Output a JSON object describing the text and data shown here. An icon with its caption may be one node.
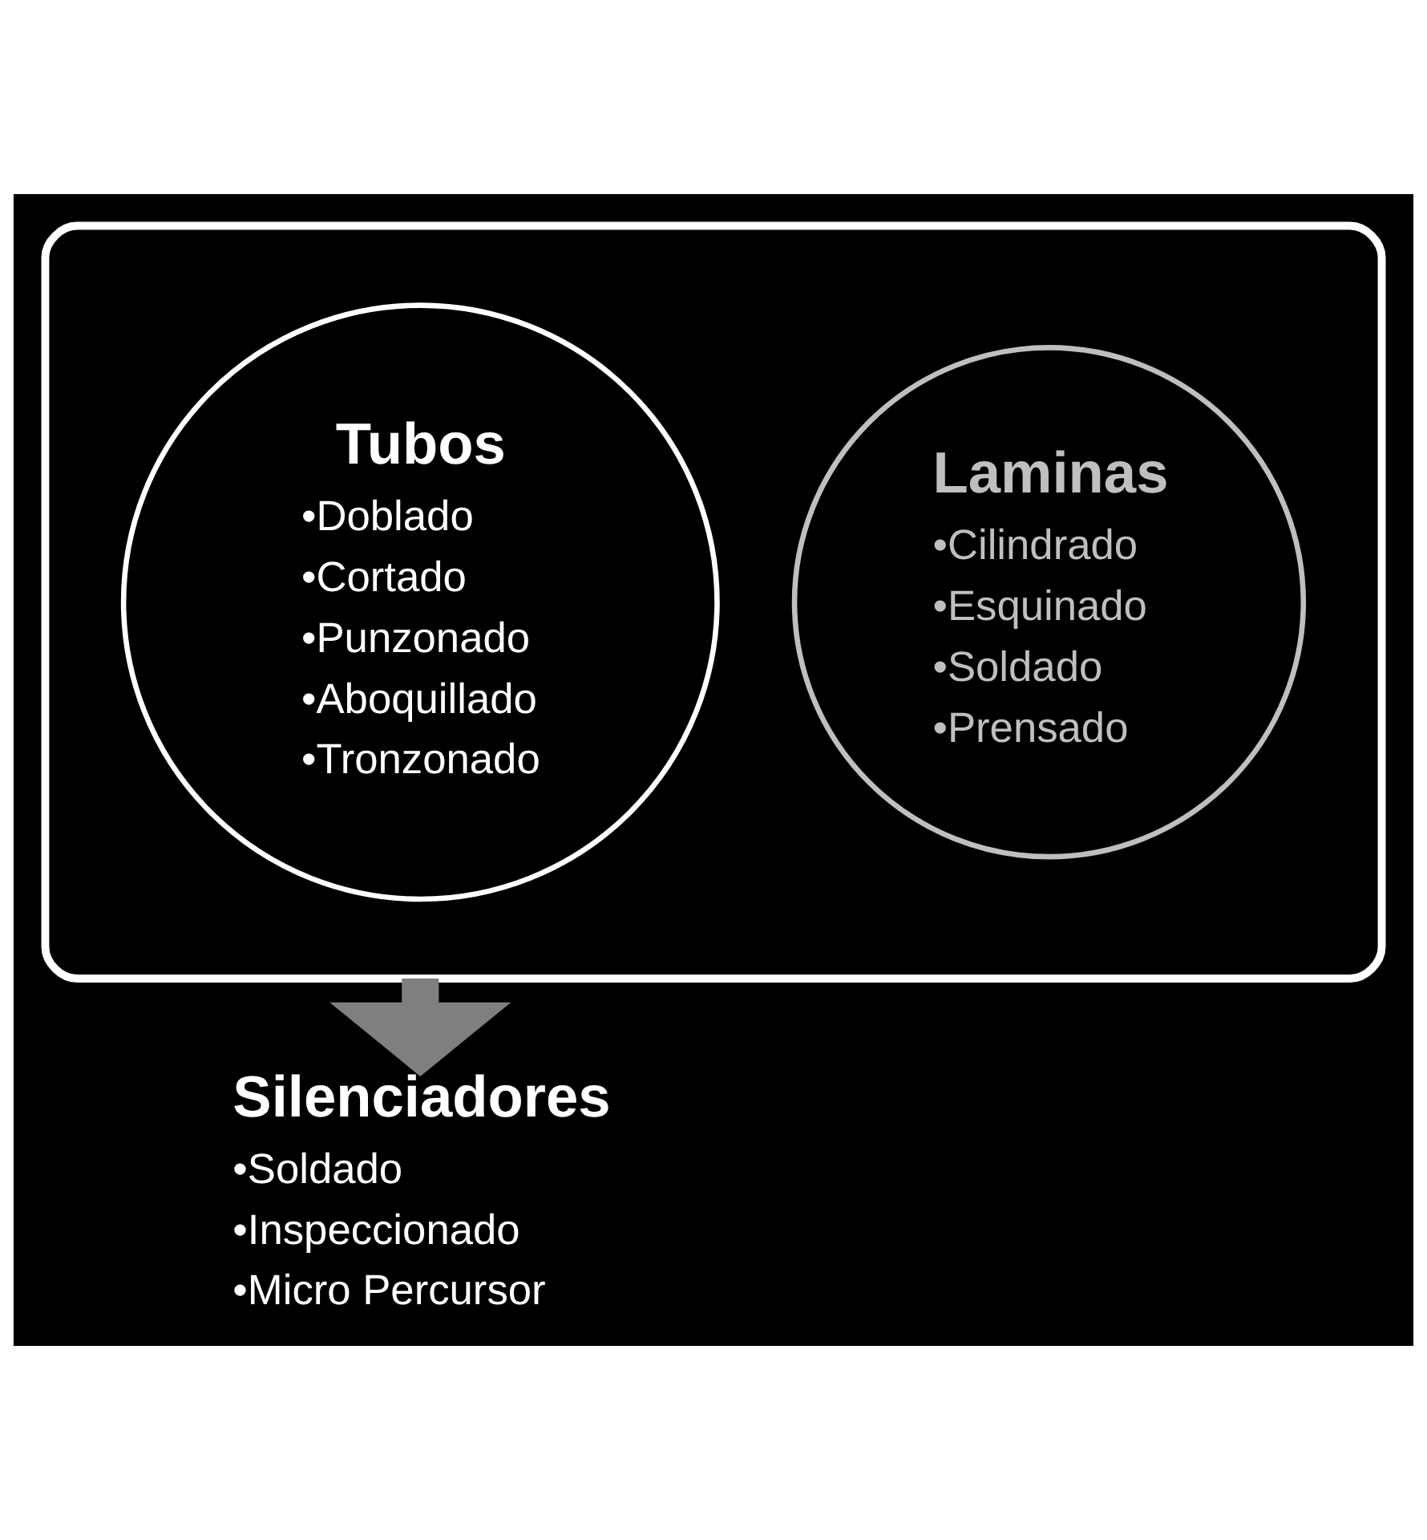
{
  "diagram": {
    "nodes": [
      {
        "text": [],
        "shape": "funnel"
      },
      {
        "text": [
          "Tubos",
          "•Doblado",
          "•Cortado",
          "•Punzonado",
          "•Aboquillado",
          "•Tronzonado"
        ],
        "in": 0
      },
      {
        "text": [
          "Laminas",
          "•Cilindrado",
          "•Esquinado",
          "•Soldado",
          "•Prensado"
        ],
        "in": 0
      },
      {
        "text": [
          "Silenciadores",
          "•Soldado",
          "•Inspeccionado",
          "•Micro Percursor"
        ]
      }
    ],
    "edges": [
      {
        "from": 0,
        "to": 3,
        "arrow": "to"
      }
    ]
  }
}
